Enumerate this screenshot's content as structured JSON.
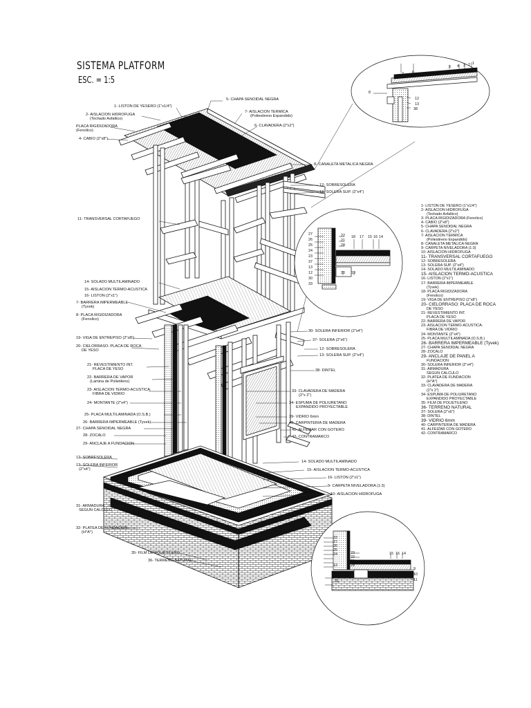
{
  "title": "SISTEMA PLATFORM",
  "scale": "ESC. = 1:5",
  "callouts": {
    "c5": "5- CHAPA SENOIDAL NEGRA",
    "c1": "1- LISTON DE YESERO (1\"x1/4\")",
    "c2": "2- AISLACION HIDROFUGA",
    "c2b": "(Techado Asfaltico)",
    "c7": "7- AISLACION TERMICA",
    "c7b": "(Poliestireno Expandido)",
    "c3": "PLACA RIGIDIZADORA",
    "c3b": "(Fenolico)",
    "c6": "6- CLAVADERA (2\"x2\")",
    "c4": "4- CABIO (2\"x8\")",
    "c8": "8- CANALETA METALICA NEGRA",
    "c12": "12- SOBRESOLERA",
    "c13": "13- SOLERA SUP. (2\"x4\")",
    "c11": "11- TRANSVERSAL CORTAFUEGO",
    "c14": "14- SOLADO MULTILAMINADO",
    "c15": "15- AISLACION TERMO-ACUSTICA",
    "c16": "16- LISTON (2\"x1\")",
    "c17": "7- BARRERA IMPERMEABLE",
    "c17b": "(Tyvek)",
    "c18": "8- PLACA RIGIDIZADORA",
    "c18b": "(Fenolico)",
    "c19": "19- VIGA DE ENTREPISO (2\"x8\")",
    "c20": "20- CIELORRASO: PLACA DE ROCA",
    "c20b": "DE YESO",
    "c30": "30- SOLERA INFERIOR (2\"x4\")",
    "c37": "37- SOLERA (2\"x6\")",
    "c12b": "12- SOBRESOLERA",
    "c13b": "13- SOLERA SUP. (2\"x4\")",
    "c38": "38- DINTEL",
    "c21": "21- REVESTIMIENTO INT.",
    "c21b": "PLACA DE YESO",
    "c22": "22- BARRERA DE VAPOR",
    "c22b": "(Lamina de Polietileno)",
    "c23": "23- AISLACION TERMO-ACUSTICA:",
    "c23b": "FIBRA DE VIDRIO",
    "c24": "24- MONTANTE (2\"x4\")",
    "c25": "25- PLACA MULTILAMINADA (O.S.B.)",
    "c26": "26- BARRERA IMPERMEABLE (Tyvek)",
    "c27": "27- CHAPA SENOIDAL NEGRA",
    "c28": "28- ZOCALO",
    "c29": "29- ANCLAJE A FUNDACION",
    "c33": "33- CLAVADERA DE MADERA",
    "c33b": "(2\"x 2\")",
    "c34": "34- ESPUMA DE POLIURETANO",
    "c34b": "EXPANDIDO PROYECTABLE",
    "c39": "39- VIDRIO 6mm",
    "c40": "40- CARPINTERIA DE MADERA",
    "c41": "41- ALFEIZAR CON GOTERO",
    "c42": "42- CONTRAMARCO",
    "c12c": "12- SOBRESOLERA",
    "c13c": "13- SOLERA INFERIOR",
    "c13d": "(2\"x4\")",
    "c31": "31- ARMADURA",
    "c31b": "SEGUN CALCULO",
    "c32": "32- PLATEA DE FUNDACION",
    "c32b": "(H°A°)",
    "c35": "35- FILM DE POLIETILENO",
    "c36": "36- TERRENO NATURAL",
    "c14b": "14- SOLADO MULTILAMINADO",
    "c15b": "15- AISLACION TERMO-ACUSTICA",
    "c16b": "16- LISTON (2\"x1\")",
    "c9": "9- CARPETA NIVELADORA (1:3)",
    "c10": "10- AISLACION HIDROFUGA"
  },
  "detail_top": [
    "7",
    "6",
    "5",
    "4",
    "3",
    "2",
    "1",
    "8",
    "12",
    "13",
    "38"
  ],
  "detail_mid": [
    "27",
    "26",
    "25",
    "24",
    "23",
    "22",
    "21",
    "28",
    "18",
    "17",
    "15",
    "16",
    "14",
    "20",
    "19",
    "37",
    "13",
    "12",
    "30",
    "33"
  ],
  "detail_bot": [
    "33",
    "27",
    "26",
    "25",
    "24",
    "23",
    "22",
    "21",
    "28",
    "12",
    "15",
    "16",
    "14",
    "30",
    "31",
    "9",
    "10",
    "11"
  ],
  "legend": [
    {
      "t": "1- LISTON DE YESERO (1\"x1/4\")"
    },
    {
      "t": "2- AISLACION HIDROFUGA"
    },
    {
      "t": "(Techado Asfaltico)",
      "sub": true
    },
    {
      "t": "3- PLACA RIGIDIZADORA (Fenolico)"
    },
    {
      "t": "4- CABIO (2\"x8\")"
    },
    {
      "t": "5- CHAPA SENOIDAL NEGRA"
    },
    {
      "t": "6- CLAVADERA (2\"x2\")"
    },
    {
      "t": "7- AISLACION TERMICA"
    },
    {
      "t": "(Poliestireno Expandido)",
      "sub": true
    },
    {
      "t": "8- CANALETA METALICA NEGRA"
    },
    {
      "t": "9- CARPETA NIVELADORA (1:3)"
    },
    {
      "t": "10- AISLACION HIDROFUGA"
    },
    {
      "t": "11- TRANSVERSAL CORTAFUEGO",
      "big": true
    },
    {
      "t": "12- SOBRESOLERA"
    },
    {
      "t": "13- SOLERA SUP. (2\"x4\")"
    },
    {
      "t": "14- SOLADO MULTILAMINADO"
    },
    {
      "t": "15- AISLACION TERMO-ACUSTICA",
      "big": true
    },
    {
      "t": "16- LISTON (2\"x1\")"
    },
    {
      "t": "17- BARRERA IMPERMEABLE"
    },
    {
      "t": "(Tyvek)",
      "sub": true
    },
    {
      "t": "18- PLACA RIGIDIZADORA"
    },
    {
      "t": "(Fenolico)",
      "sub": true
    },
    {
      "t": "19- VIGA DE ENTREPISO (2\"x8\")"
    },
    {
      "t": "20- CIELORRASO: PLACA DE ROCA",
      "big": true
    },
    {
      "t": "DE YESO",
      "sub": true
    },
    {
      "t": "21- REVESTIMIENTO INT."
    },
    {
      "t": "PLACA DE YESO",
      "sub": true
    },
    {
      "t": "22- BARRERA DE VAPOR"
    },
    {
      "t": "23- AISLACION TERMO-ACUSTICA:"
    },
    {
      "t": "FIBRA DE VIDRIO",
      "sub": true
    },
    {
      "t": "24- MONTANTE (2\"x4\")"
    },
    {
      "t": "25- PLACA MULTILAMINADA (O.S.B.)"
    },
    {
      "t": "26- BARRERA IMPERMEABLE (Tyvek)",
      "big": true
    },
    {
      "t": "27- CHAPA SENOIDAL NEGRA"
    },
    {
      "t": "28- ZOCALO"
    },
    {
      "t": "29- ANCLAJE DE PANEL A",
      "big": true
    },
    {
      "t": "FUNDACION",
      "sub": true
    },
    {
      "t": "30- SOLERA INFERIOR (2\"x4\")"
    },
    {
      "t": "31- ARMADURA"
    },
    {
      "t": "SEGUN CALCULO",
      "sub": true
    },
    {
      "t": "32- PLATEA DE FUNDACION"
    },
    {
      "t": "(H°A°)",
      "sub": true
    },
    {
      "t": "33- CLAVADERA DE MADERA"
    },
    {
      "t": "(2\"x 2\")",
      "sub": true
    },
    {
      "t": "34- ESPUMA DE POLIURETANO"
    },
    {
      "t": "EXPANDIDO PROYECTABLE",
      "sub": true
    },
    {
      "t": "35- FILM DE POLIETILENO"
    },
    {
      "t": "36- TERRENO NATURAL",
      "big": true
    },
    {
      "t": "37- SOLERA (2\"x6\")"
    },
    {
      "t": "38- DINTEL"
    },
    {
      "t": "39- VIDRIO 6mm",
      "big": true
    },
    {
      "t": "40- CARPINTERIA DE MADERA"
    },
    {
      "t": "41- ALFEIZAR CON GOTERO"
    },
    {
      "t": "42- CONTRAMARCO"
    }
  ]
}
